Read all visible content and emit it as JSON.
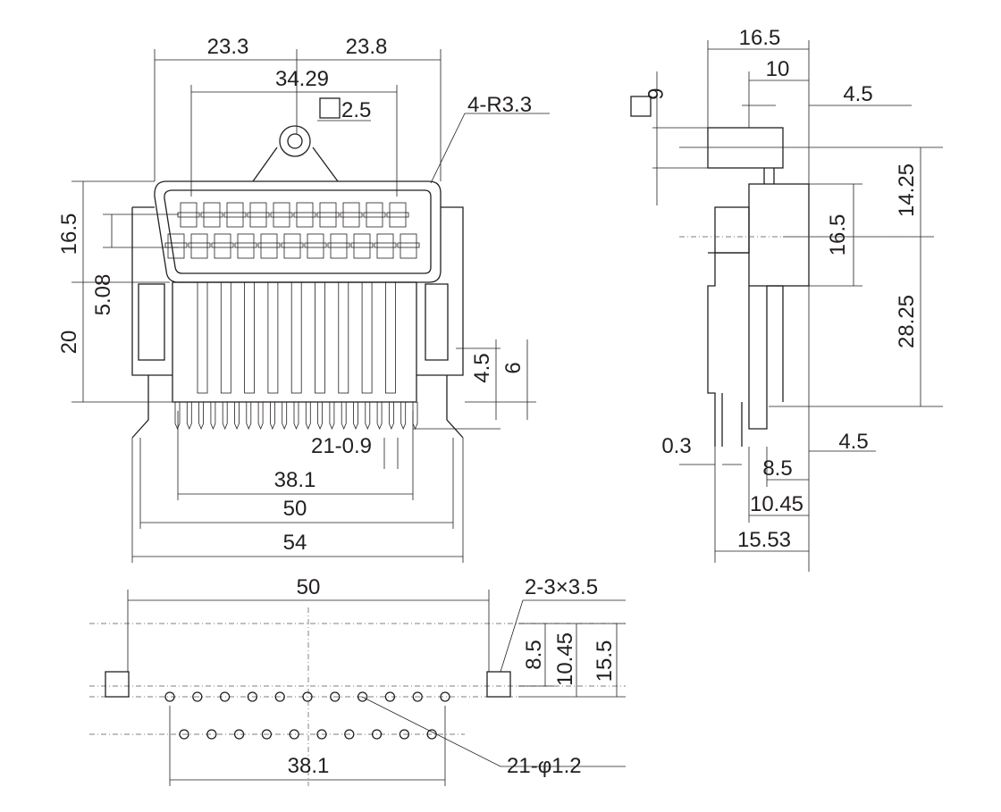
{
  "front_view": {
    "dims": {
      "width_left": "23.3",
      "width_right": "23.8",
      "pin_span": "34.29",
      "hole_square": "2.5",
      "corner_radius": "4-R3.3",
      "height_connector": "16.5",
      "row_pitch": "5.08",
      "height_body": "20",
      "pin_length": "4.5",
      "leg_length": "6",
      "pin_width": "21-0.9",
      "pin_row": "38.1",
      "mount_span": "50",
      "overall_width": "54"
    }
  },
  "side_view": {
    "dims": {
      "depth": "16.5",
      "body_depth": "10",
      "offset_top": "4.5",
      "cap_height": "6",
      "upper_height": "14.25",
      "shell_height": "16.5",
      "lower_height": "28.25",
      "thickness": "0.3",
      "pin_offset": "4.5",
      "pin_pitch_a": "8.5",
      "pin_pitch_b": "10.45",
      "total_depth": "15.53"
    }
  },
  "footprint": {
    "dims": {
      "mount_span": "50",
      "mount_holes": "2-3×3.5",
      "row_a": "8.5",
      "row_b": "10.45",
      "row_total": "15.5",
      "pin_span": "38.1",
      "pin_holes": "21-φ1.2"
    }
  }
}
